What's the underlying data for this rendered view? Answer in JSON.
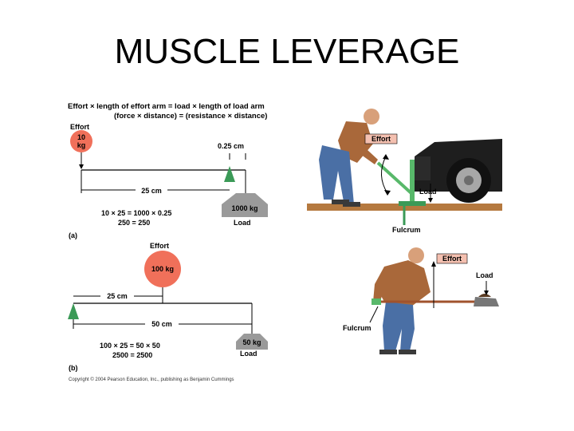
{
  "title": "MUSCLE LEVERAGE",
  "equation": {
    "line1": "Effort × length of effort arm = load × length of load arm",
    "line2": "(force × distance) = (resistance × distance)"
  },
  "panel_a": {
    "effort_label": "Effort",
    "effort_weight": "10",
    "effort_weight_unit": "kg",
    "load_arm": "0.25 cm",
    "effort_arm": "25 cm",
    "load_weight": "1000 kg",
    "load_label": "Load",
    "calc1": "10 × 25 = 1000 × 0.25",
    "calc2": "250 = 250",
    "tag": "(a)",
    "photo": {
      "effort_tag": "Effort",
      "load_tag": "Load",
      "fulcrum_tag": "Fulcrum"
    }
  },
  "panel_b": {
    "effort_label": "Effort",
    "effort_weight": "100 kg",
    "effort_arm": "25 cm",
    "load_arm": "50 cm",
    "load_weight": "50 kg",
    "load_label": "Load",
    "calc1": "100 × 25 = 50 × 50",
    "calc2": "2500 = 2500",
    "tag": "(b)",
    "photo": {
      "effort_tag": "Effort",
      "load_tag": "Load",
      "fulcrum_tag": "Fulcrum"
    }
  },
  "copyright": "Copyright © 2004 Pearson Education, Inc., publishing as Benjamin Cummings",
  "colors": {
    "effort_ball": "#f0705a",
    "fulcrum": "#3b9a57",
    "load_weight": "#9a9a9a",
    "effort_tag_bg": "#f4c0b0",
    "ground": "#b5793f",
    "shirt": "#a9683a",
    "jeans": "#4a6fa5"
  }
}
